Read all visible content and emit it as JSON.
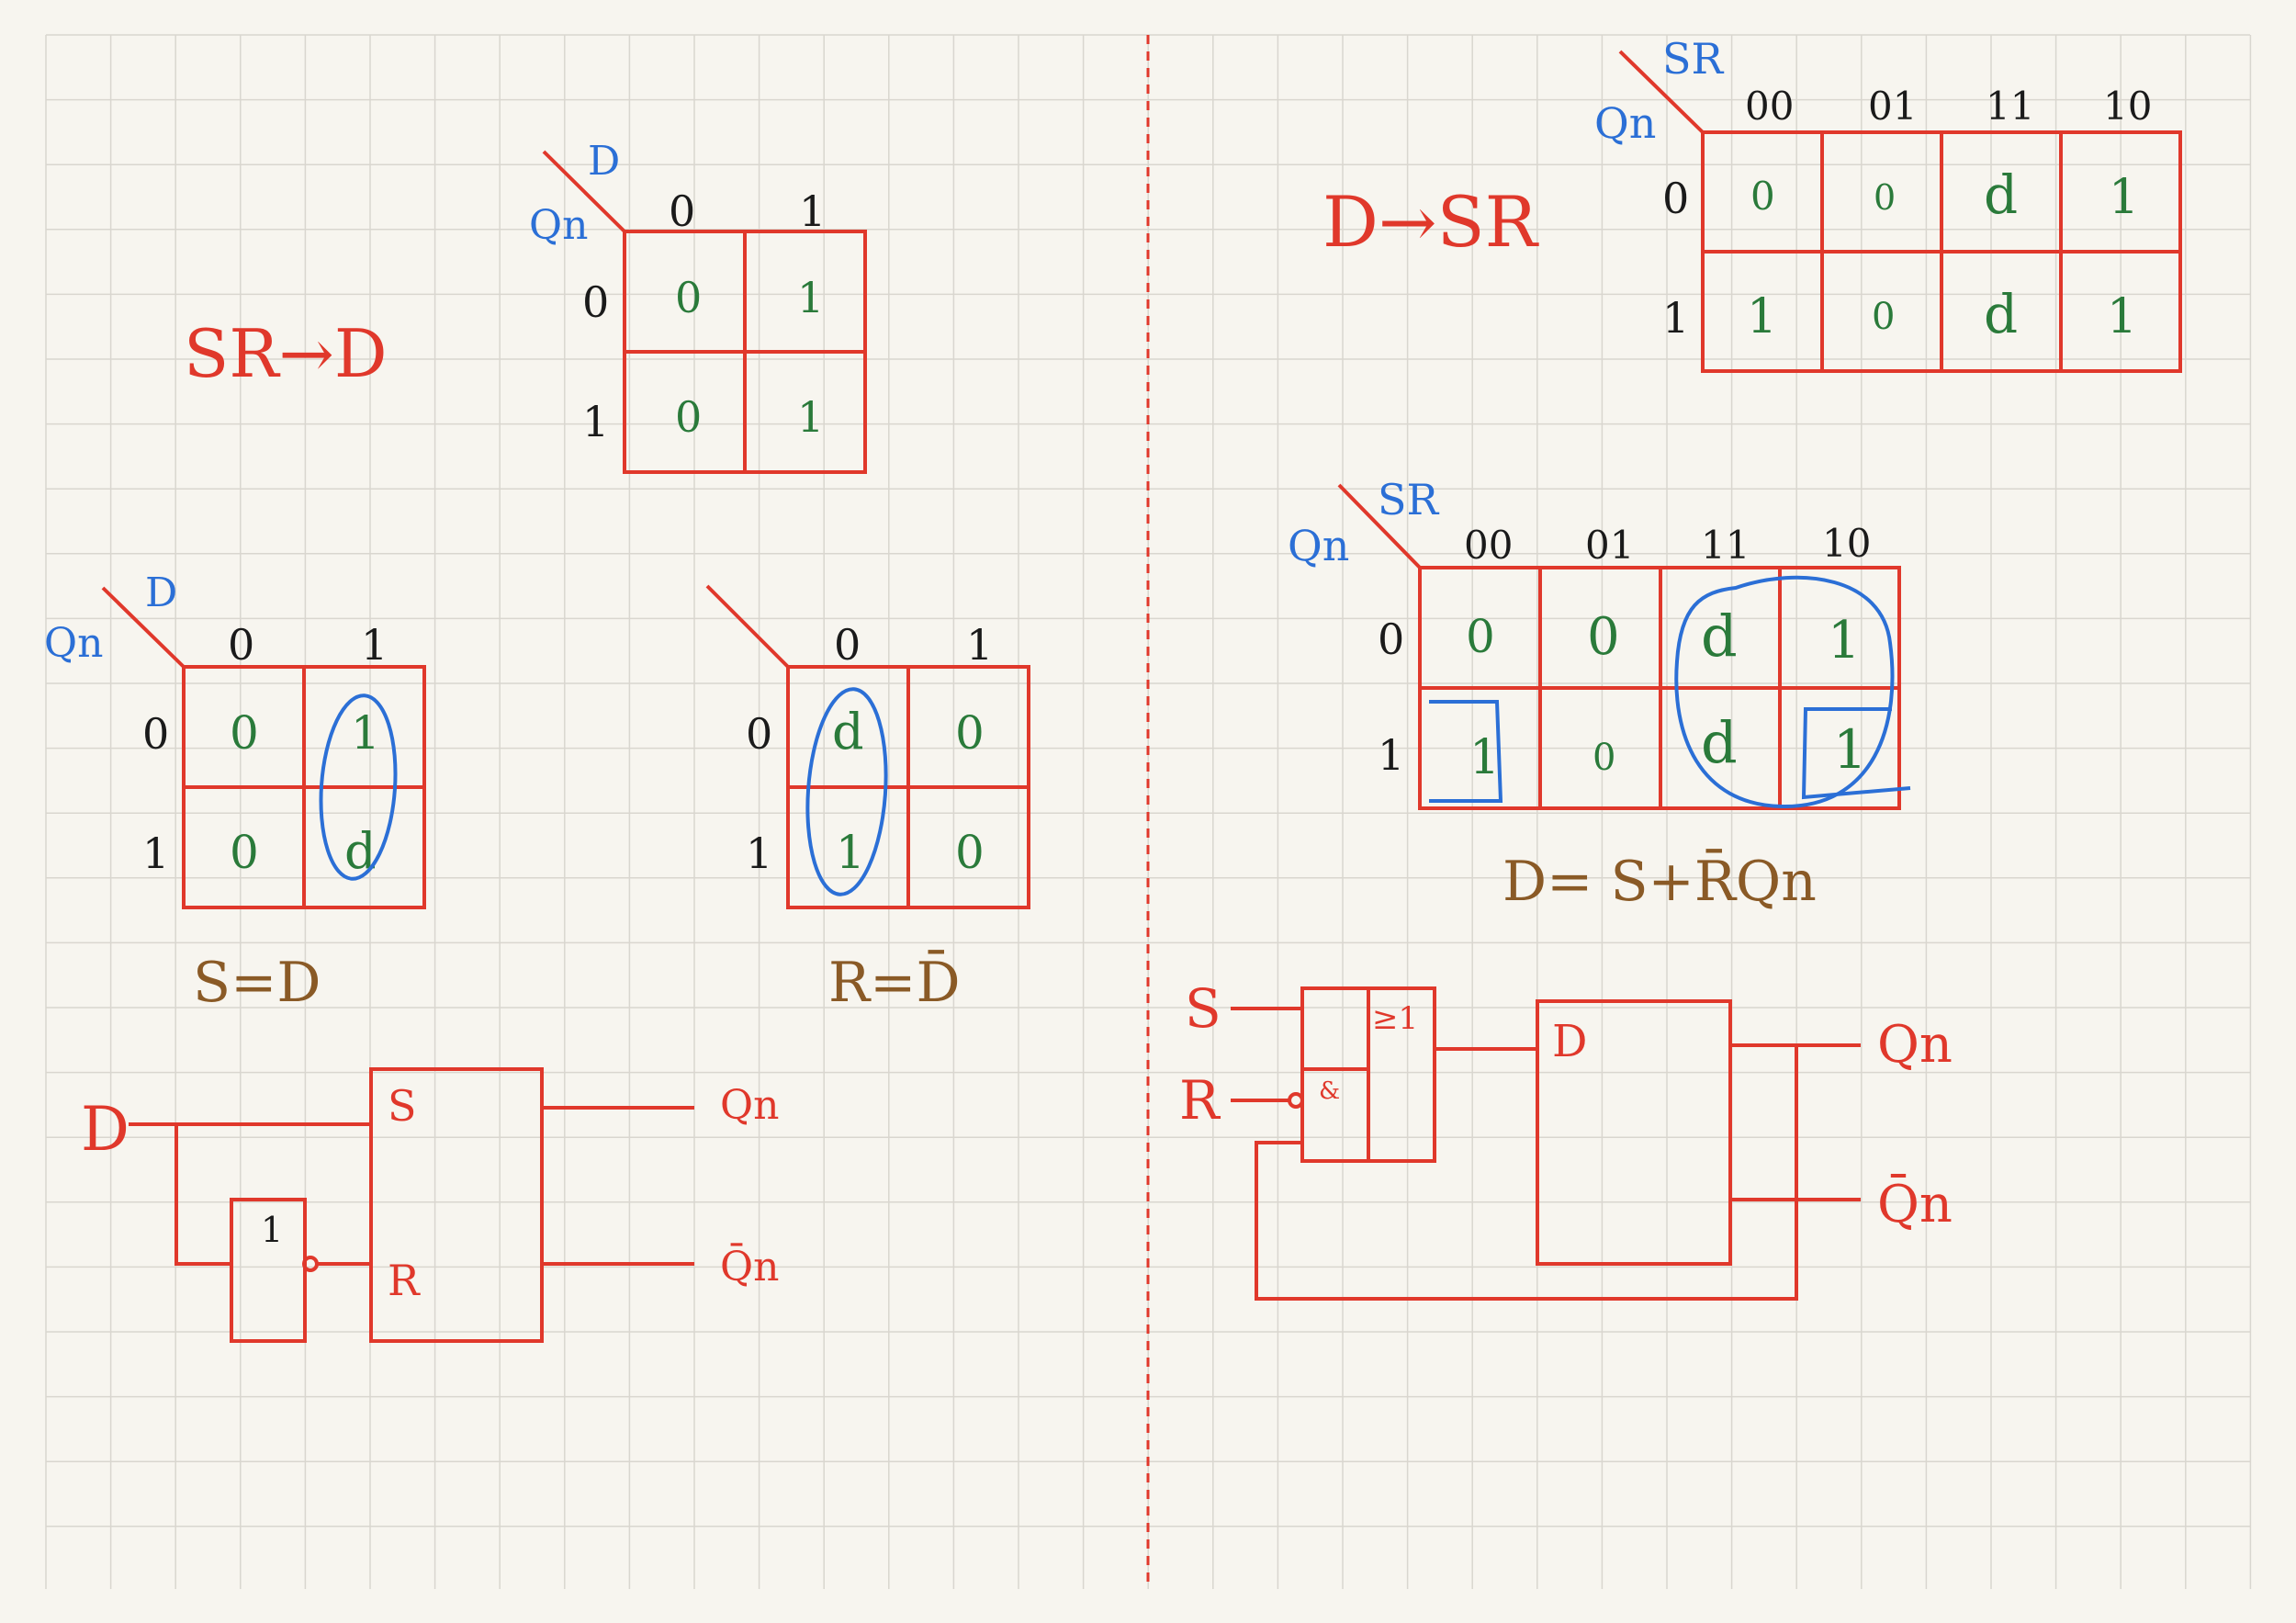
{
  "colors": {
    "paper": "#f7f5ef",
    "grid": "#d9d6cf",
    "red": "#e0382b",
    "blue": "#2b6fd6",
    "green": "#2a7a3a",
    "black": "#1a1a1a",
    "brown": "#8a5a26"
  },
  "left": {
    "title": "SR→D",
    "kmap_char": {
      "row_var": "Qn",
      "col_var": "D",
      "cols": [
        "0",
        "1"
      ],
      "rows": [
        "0",
        "1"
      ],
      "cells": [
        [
          "0",
          "1"
        ],
        [
          "0",
          "1"
        ]
      ]
    },
    "kmap_s": {
      "row_var": "Qn",
      "col_var": "D",
      "cols": [
        "0",
        "1"
      ],
      "rows": [
        "0",
        "1"
      ],
      "cells": [
        [
          "0",
          "1"
        ],
        [
          "0",
          "d"
        ]
      ]
    },
    "kmap_r": {
      "cols": [
        "0",
        "1"
      ],
      "rows": [
        "0",
        "1"
      ],
      "cells": [
        [
          "d",
          "0"
        ],
        [
          "1",
          "0"
        ]
      ]
    },
    "eq_s": "S=D",
    "eq_r": "R=D̄",
    "circuit": {
      "input": "D",
      "not_label": "1",
      "ff_s": "S",
      "ff_r": "R",
      "out_q": "Qn",
      "out_qbar": "Q̄n"
    }
  },
  "right": {
    "title": "D→SR",
    "kmap_char": {
      "row_var": "Qn",
      "col_var": "SR",
      "cols": [
        "00",
        "01",
        "11",
        "10"
      ],
      "rows": [
        "0",
        "1"
      ],
      "cells": [
        [
          "0",
          "0",
          "d",
          "1"
        ],
        [
          "1",
          "0",
          "d",
          "1"
        ]
      ]
    },
    "kmap_d": {
      "row_var": "Qn",
      "col_var": "SR",
      "cols": [
        "00",
        "01",
        "11",
        "10"
      ],
      "rows": [
        "0",
        "1"
      ],
      "cells": [
        [
          "0",
          "0",
          "d",
          "1"
        ],
        [
          "1",
          "0",
          "d",
          "1"
        ]
      ]
    },
    "eq_d": "D= S+R̄Qn",
    "circuit": {
      "in_s": "S",
      "in_r": "R",
      "and_label": "&",
      "or_label": "≥1",
      "ff_d": "D",
      "out_q": "Qn",
      "out_qbar": "Q̄n"
    }
  }
}
